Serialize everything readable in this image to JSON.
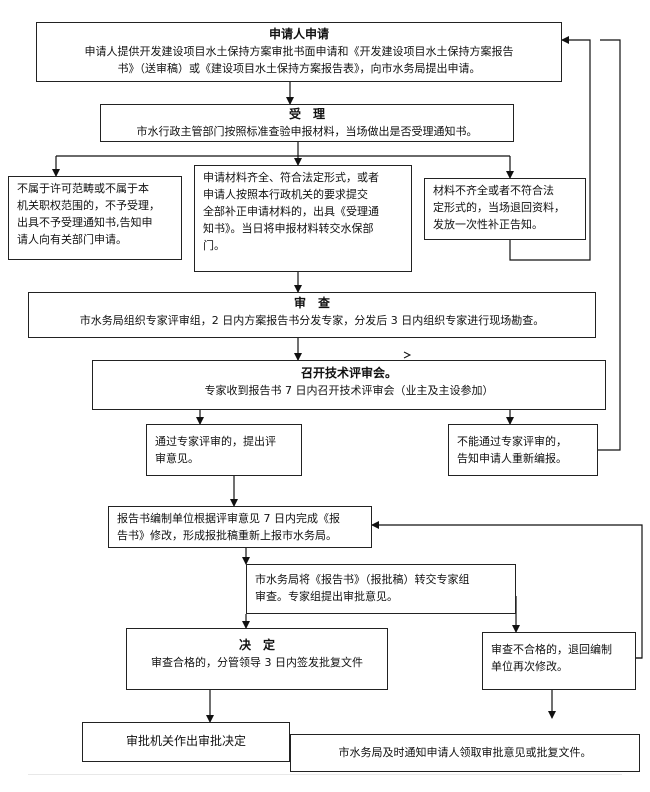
{
  "box1": {
    "title": "申请人申请",
    "lines": [
      "申请人提供开发建设项目水土保持方案审批书面申请和《开发建设项目水土保持方案报告",
      "书》（送审稿）或《建设项目水土保持方案报告表》，向市水务局提出申请。"
    ]
  },
  "box2": {
    "title": "受　理",
    "lines": [
      "市水行政主管部门按照标准查验申报材料，当场做出是否受理通知书。"
    ]
  },
  "box3": {
    "lines": [
      "不属于许可范畴或不属于本",
      "机关职权范围的，不予受理，",
      "出具不予受理通知书,告知申",
      "请人向有关部门申请。"
    ]
  },
  "box4": {
    "lines": [
      "申请材料齐全、符合法定形式，或者",
      "申请人按照本行政机关的要求提交",
      "全部补正申请材料的，出具《受理通",
      "知书》。当日将申报材料转交水保部",
      "门。"
    ]
  },
  "box5": {
    "lines": [
      "材料不齐全或者不符合法",
      "定形式的，当场退回资料，",
      "发放一次性补正告知。"
    ]
  },
  "box6": {
    "title": "审　查",
    "lines": [
      "市水务局组织专家评审组，2 日内方案报告书分发专家，分发后 3 日内组织专家进行现场勘查。"
    ]
  },
  "box7": {
    "title": "召开技术评审会。",
    "lines": [
      "专家收到报告书 7 日内召开技术评审会（业主及主设参加）"
    ]
  },
  "box8": {
    "lines": [
      "通过专家评审的，提出评",
      "审意见。"
    ]
  },
  "box9": {
    "lines": [
      "不能通过专家评审的，",
      "告知申请人重新编报。"
    ]
  },
  "box10": {
    "lines": [
      "报告书编制单位根据评审意见 7 日内完成《报",
      "告书》修改，形成报批稿重新上报市水务局。"
    ]
  },
  "box11": {
    "lines": [
      "市水务局将《报告书》（报批稿）转交专家组",
      "审查。专家组提出审批意见。"
    ]
  },
  "box12": {
    "title": "决　定",
    "lines": [
      "审查合格的，分管领导 3 日内签发批复文件"
    ]
  },
  "box13": {
    "lines": [
      "审查不合格的，退回编制",
      "单位再次修改。"
    ]
  },
  "box14": {
    "lines": [
      "审批机关作出审批决定"
    ]
  },
  "box15": {
    "lines": [
      "市水务局及时通知申请人领取审批意见或批复文件。"
    ]
  }
}
